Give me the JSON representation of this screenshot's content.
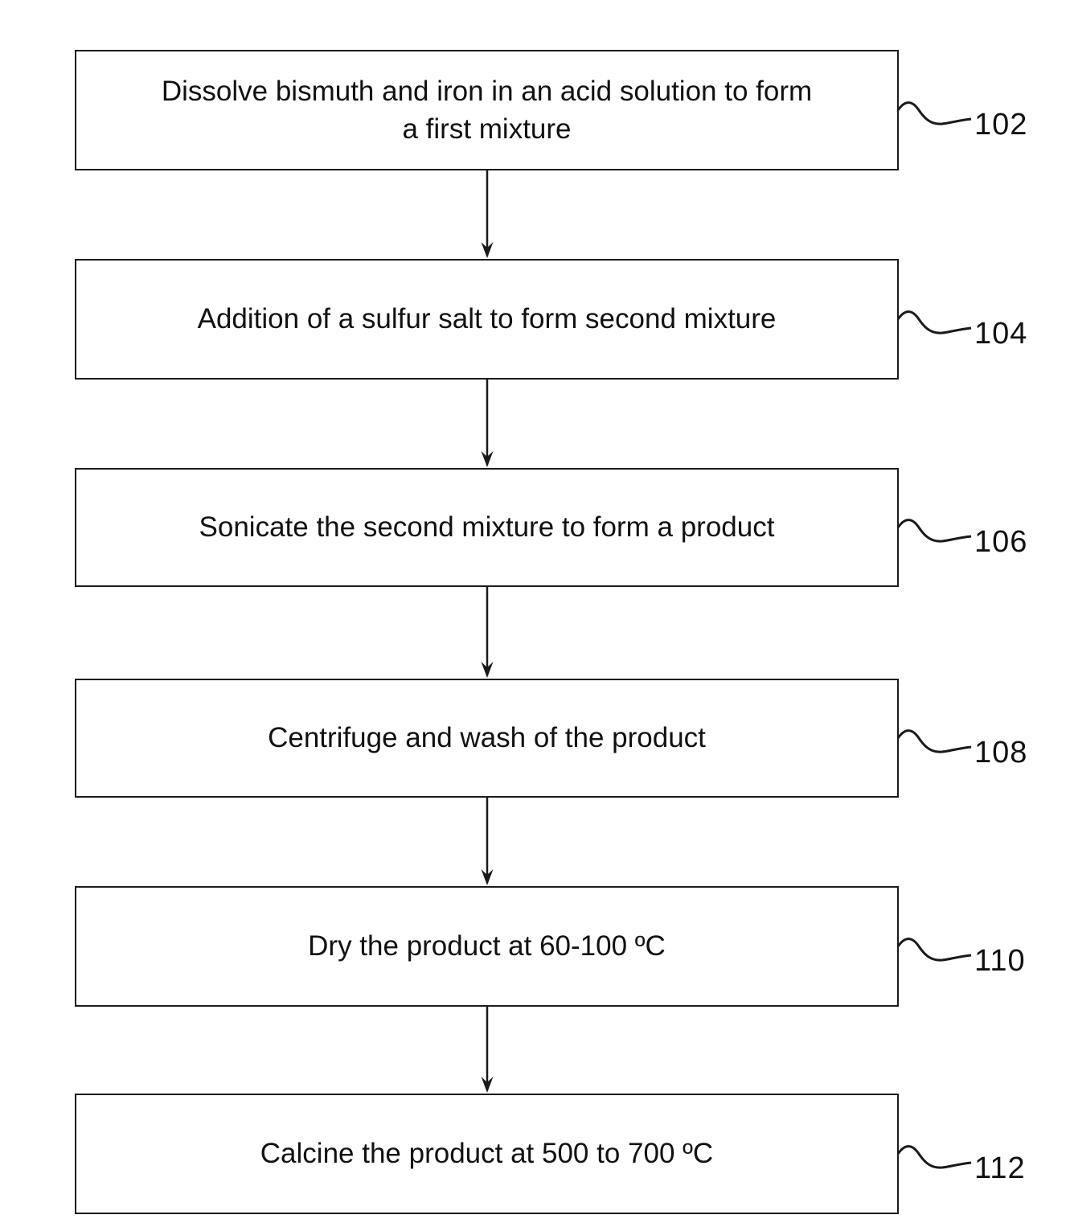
{
  "figure": {
    "type": "flowchart",
    "background_color": "#ffffff",
    "line_color": "#1a1a1a",
    "steps": [
      {
        "label": "Dissolve bismuth and iron in an acid solution to form a first mixture",
        "ref": "102"
      },
      {
        "label": "Addition of a sulfur salt to form second mixture",
        "ref": "104"
      },
      {
        "label": "Sonicate the second mixture to form a product",
        "ref": "106"
      },
      {
        "label": "Centrifuge and wash of the product",
        "ref": "108"
      },
      {
        "label": "Dry the product at 60-100 ºC",
        "ref": "110"
      },
      {
        "label": "Calcine the product at 500 to 700 ºC",
        "ref": "112"
      }
    ]
  }
}
